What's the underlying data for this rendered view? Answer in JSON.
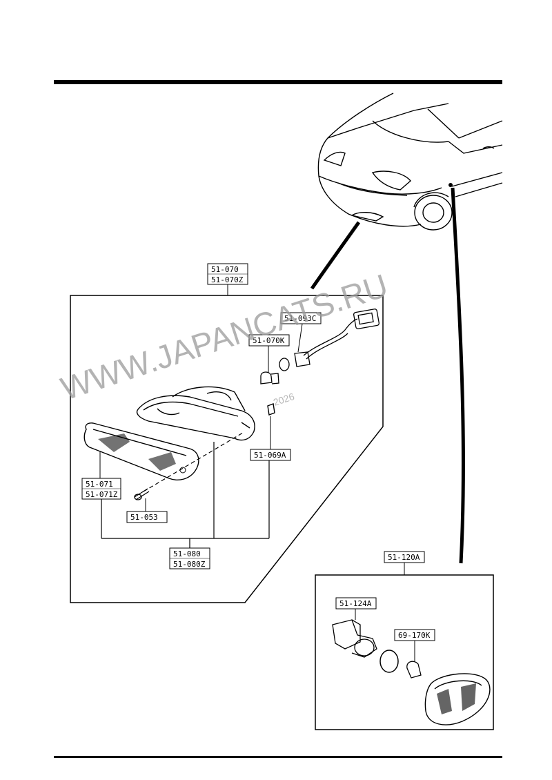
{
  "labels": {
    "p51_070": "51-070",
    "p51_070Z": "51-070Z",
    "p51_093C": "51-093C",
    "p51_070K": "51-070K",
    "p51_069A": "51-069A",
    "p51_071": "51-071",
    "p51_071Z": "51-071Z",
    "p51_053": "51-053",
    "p51_080": "51-080",
    "p51_080Z": "51-080Z",
    "p51_120A": "51-120A",
    "p51_124A": "51-124A",
    "p69_170K": "69-170K"
  },
  "watermark": {
    "site": "WWW.JAPANCATS.RU",
    "year": "2026"
  }
}
